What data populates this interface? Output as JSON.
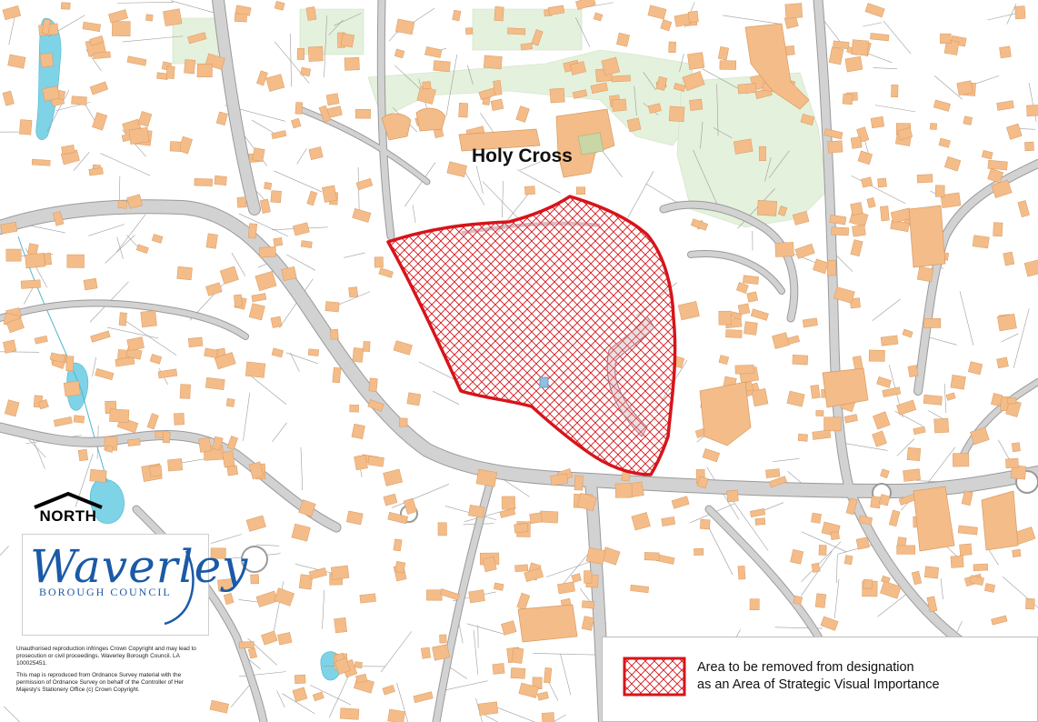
{
  "map": {
    "place_label": "Holy Cross",
    "north_label": "NORTH",
    "colors": {
      "building": "#f4bc88",
      "building_outline": "#d89a62",
      "road_fill": "#d2d2d2",
      "road_edge": "#9a9a9a",
      "green_space": "#e4f1dc",
      "water": "#7fd3e6",
      "boundary_red": "#d7141a",
      "hatch_red": "#d7141a",
      "logo_blue": "#1a5aa6"
    }
  },
  "logo": {
    "name": "Waverley",
    "subtitle": "BOROUGH COUNCIL"
  },
  "copyright": {
    "notice": "Unauthorised reproduction infringes Crown Copyright and may lead to prosecution or civil proceedings. Waverley Borough Council. LA 100025451.",
    "os_notice": "This map is reproduced from Ordnance Survey material with the permission of Ordnance Survey on behalf of the Controller of Her Majesty's Stationery Office (c) Crown Copyright."
  },
  "legend": {
    "line1": "Area to be removed from designation",
    "line2": "as an Area of Strategic Visual Importance"
  }
}
